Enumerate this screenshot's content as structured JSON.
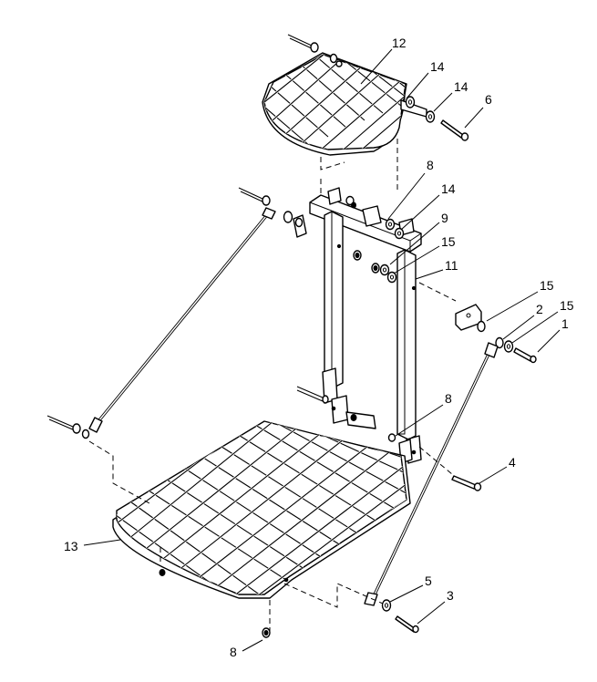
{
  "callouts": {
    "c12": "12",
    "c14a": "14",
    "c14b": "14",
    "c6": "6",
    "c8a": "8",
    "c14c": "14",
    "c9": "9",
    "c15a": "15",
    "c11": "11",
    "c15b": "15",
    "c2": "2",
    "c15c": "15",
    "c1": "1",
    "c8b": "8",
    "c4": "4",
    "c13": "13",
    "c5": "5",
    "c3": "3",
    "c8c": "8"
  }
}
